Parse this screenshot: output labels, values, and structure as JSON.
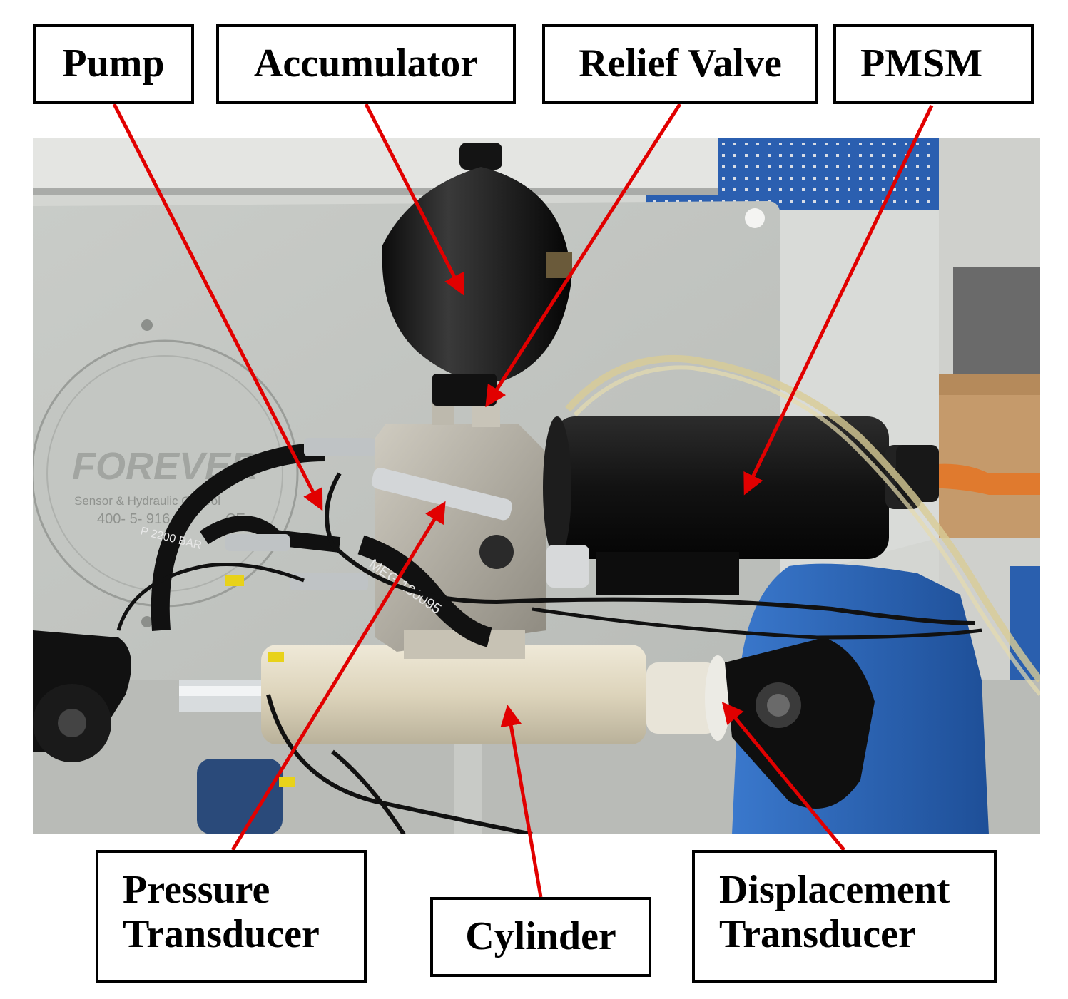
{
  "labels": {
    "pump": "Pump",
    "accumulator": "Accumulator",
    "relief_valve": "Relief Valve",
    "pmsm": "PMSM",
    "pressure_transducer": [
      "Pressure",
      "Transducer"
    ],
    "cylinder": "Cylinder",
    "displacement_transducer": [
      "Displacement",
      "Transducer"
    ]
  },
  "photo_text": {
    "brand": "FOREVER",
    "brand_sub": "Sensor & Hydraulic Control",
    "phone": "400-   5-  916",
    "ce": "CE",
    "hose_a": "P 2200 BAR",
    "hose_b": "MEG 180095"
  },
  "colors": {
    "arrow": "#e10000",
    "box_border": "#000000",
    "wall": "#cfd1cd",
    "blue_frame": "#2a64b8",
    "motor": "#151515"
  }
}
